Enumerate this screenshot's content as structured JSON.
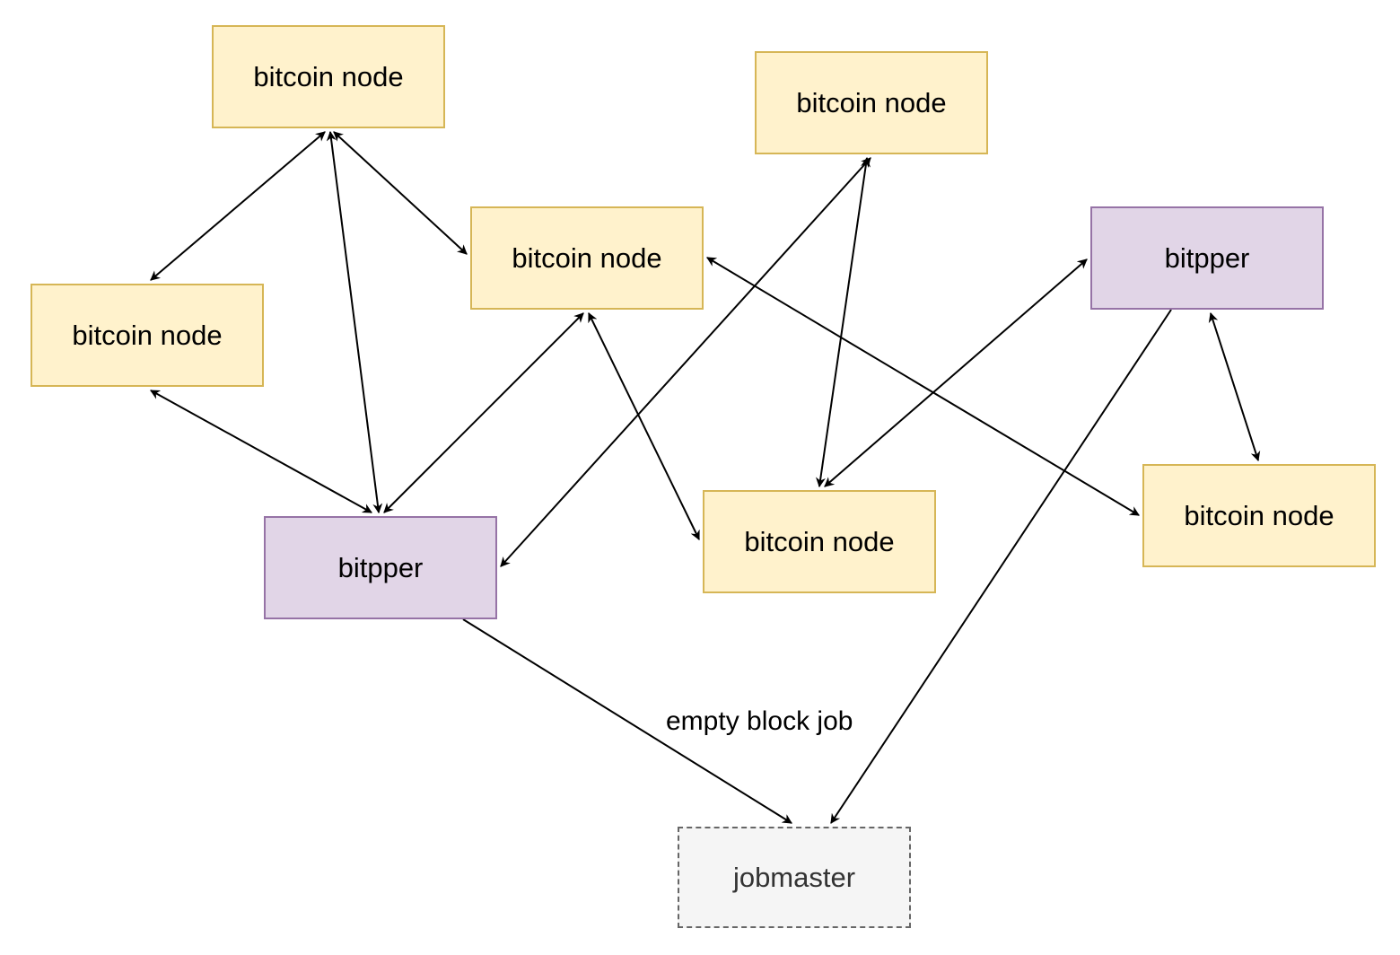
{
  "nodes": {
    "bitcoin_node_top_left": "bitcoin node",
    "bitcoin_node_left": "bitcoin node",
    "bitcoin_node_center": "bitcoin node",
    "bitcoin_node_top_right": "bitcoin node",
    "bitpper_right": "bitpper",
    "bitpper_left": "bitpper",
    "bitcoin_node_bottom_center": "bitcoin node",
    "bitcoin_node_right": "bitcoin node",
    "jobmaster": "jobmaster"
  },
  "edges": [
    {
      "from": "bitcoin_node_top_left",
      "to": "bitcoin_node_left",
      "direction": "both"
    },
    {
      "from": "bitcoin_node_top_left",
      "to": "bitcoin_node_center",
      "direction": "both"
    },
    {
      "from": "bitcoin_node_top_left",
      "to": "bitpper_left",
      "direction": "both"
    },
    {
      "from": "bitcoin_node_left",
      "to": "bitpper_left",
      "direction": "both"
    },
    {
      "from": "bitcoin_node_center",
      "to": "bitpper_left",
      "direction": "both"
    },
    {
      "from": "bitcoin_node_center",
      "to": "bitcoin_node_bottom_center",
      "direction": "both"
    },
    {
      "from": "bitcoin_node_center",
      "to": "bitcoin_node_right",
      "direction": "both"
    },
    {
      "from": "bitcoin_node_top_right",
      "to": "bitpper_left",
      "direction": "both"
    },
    {
      "from": "bitcoin_node_top_right",
      "to": "bitcoin_node_bottom_center",
      "direction": "both"
    },
    {
      "from": "bitpper_right",
      "to": "bitcoin_node_bottom_center",
      "direction": "both"
    },
    {
      "from": "bitpper_right",
      "to": "bitcoin_node_right",
      "direction": "both"
    },
    {
      "from": "bitpper_right",
      "to": "jobmaster",
      "direction": "forward"
    },
    {
      "from": "bitpper_left",
      "to": "jobmaster",
      "direction": "forward",
      "label": "empty block job"
    }
  ],
  "colors": {
    "bitcoin_fill": "#fff2cc",
    "bitcoin_stroke": "#d6b656",
    "bitpper_fill": "#e1d5e7",
    "bitpper_stroke": "#9673a6",
    "jobmaster_fill": "#f5f5f5",
    "jobmaster_stroke": "#666666",
    "edge": "#000000"
  }
}
